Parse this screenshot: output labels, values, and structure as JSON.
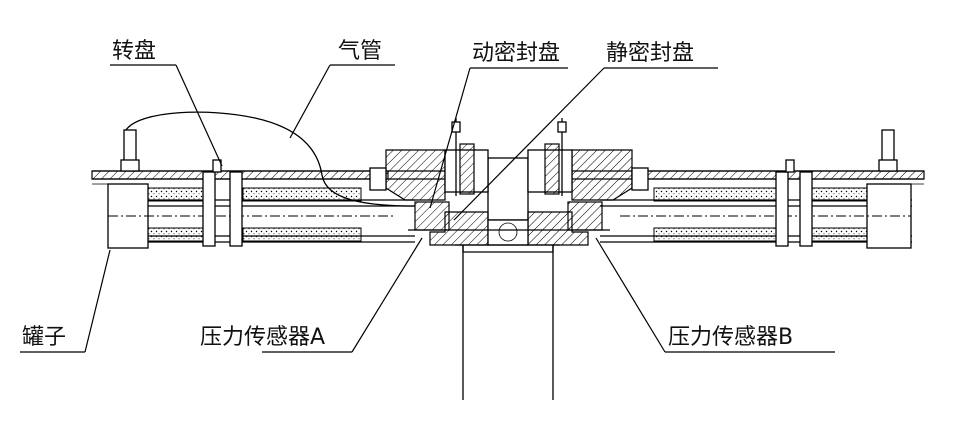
{
  "labels": {
    "turntable": "转盘",
    "air_pipe": "气管",
    "dynamic_seal_disc": "动密封盘",
    "static_seal_disc": "静密封盘",
    "tank": "罐子",
    "pressure_sensor_a": "压力传感器A",
    "pressure_sensor_b": "压力传感器B"
  }
}
